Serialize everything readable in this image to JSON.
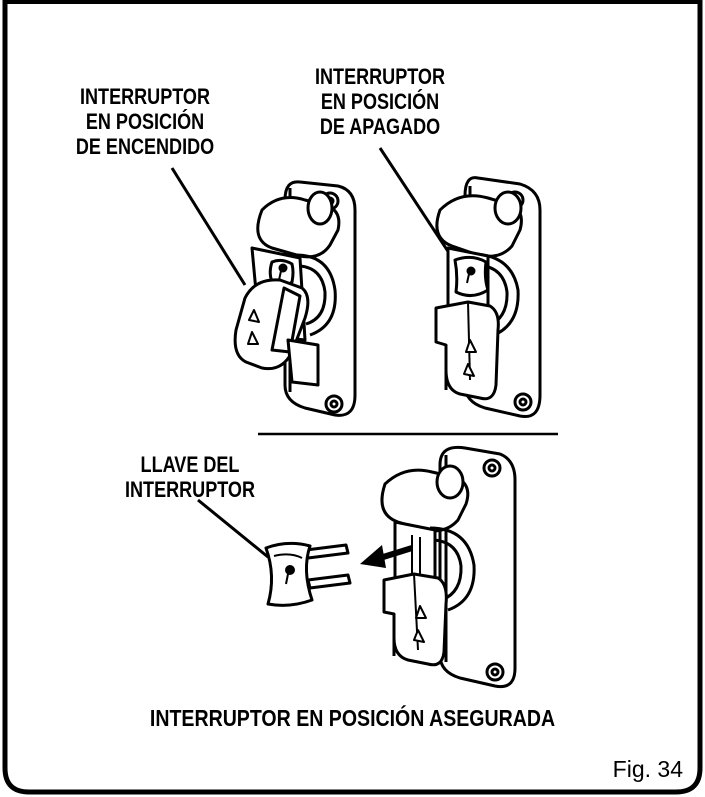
{
  "labels": {
    "switch_on": [
      "INTERRUPTOR",
      "EN POSICIÓN",
      "DE ENCENDIDO"
    ],
    "switch_off": [
      "INTERRUPTOR",
      "EN POSICIÓN",
      "DE APAGADO"
    ],
    "switch_key": [
      "LLAVE DEL",
      "INTERRUPTOR"
    ]
  },
  "caption": "INTERRUPTOR EN POSICIÓN ASEGURADA",
  "figure_number": "Fig. 34"
}
